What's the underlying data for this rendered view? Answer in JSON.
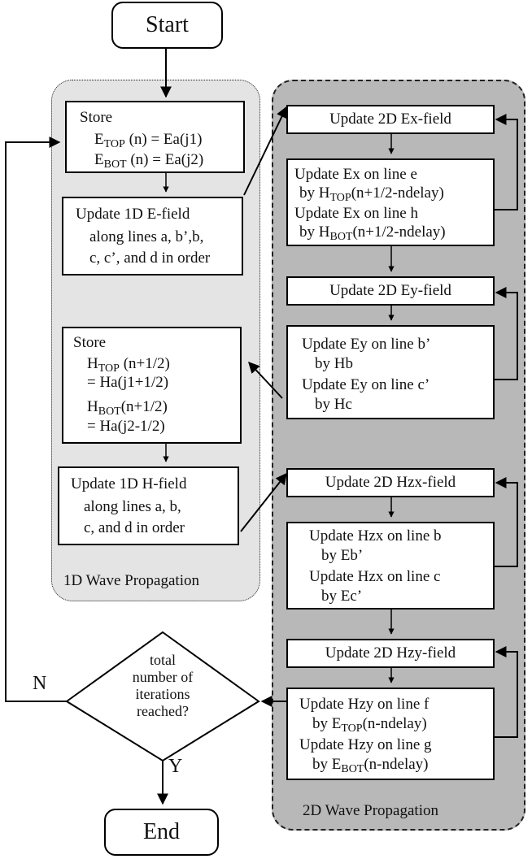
{
  "terminals": {
    "start": "Start",
    "end": "End"
  },
  "regions": {
    "one_d": "1D Wave Propagation",
    "two_d": "2D Wave Propagation"
  },
  "boxes": {
    "store_e": {
      "lines": [
        "Store",
        "E",
        "TOP",
        "(n) = Ea(j1)",
        "E",
        "BOT",
        "(n) = Ea(j2)"
      ]
    },
    "update_1d_e": {
      "lines": [
        "Update 1D E-field",
        "along lines a, b’,b,",
        "c, c’, and d in order"
      ]
    },
    "store_h": {
      "lines": [
        "Store",
        "H",
        "TOP",
        "(n+1/2)",
        "= Ha(j1+1/2)",
        "H",
        "BOT",
        "(n+1/2)",
        "= Ha(j2-1/2)"
      ]
    },
    "update_1d_h": {
      "lines": [
        "Update 1D H-field",
        "along lines a, b,",
        "c, and d in order"
      ]
    },
    "update_2d_ex": "Update 2D Ex-field",
    "update_ex_lines": {
      "lines": [
        "Update Ex on line e",
        "by H",
        "TOP",
        "(n+1/2-ndelay)",
        "Update Ex on line h",
        "by H",
        "BOT",
        "(n+1/2-ndelay)"
      ]
    },
    "update_2d_ey": "Update 2D Ey-field",
    "update_ey_lines": {
      "lines": [
        "Update Ey on line b’",
        "by Hb",
        "Update Ey on line c’",
        "by Hc"
      ]
    },
    "update_2d_hzx": "Update 2D Hzx-field",
    "update_hzx_lines": {
      "lines": [
        "Update Hzx on line b",
        "by Eb’",
        "Update Hzx on line c",
        "by Ec’"
      ]
    },
    "update_2d_hzy": "Update 2D Hzy-field",
    "update_hzy_lines": {
      "lines": [
        "Update Hzy on line f",
        "by E",
        "TOP",
        "(n-ndelay)",
        "Update Hzy on line g",
        "by E",
        "BOT",
        "(n-ndelay)"
      ]
    }
  },
  "decision": {
    "lines": [
      "total",
      "number of",
      "iterations",
      "reached?"
    ],
    "no_label": "N",
    "yes_label": "Y"
  }
}
